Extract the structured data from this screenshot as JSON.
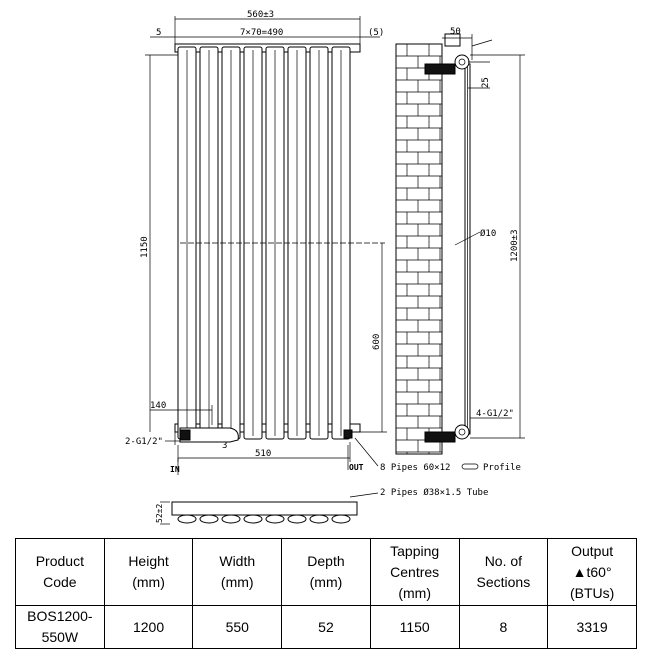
{
  "drawing": {
    "dims": {
      "overall_width": "560±3",
      "left_gap": "5",
      "pitch": "7×70=490",
      "right_gap": "(5)",
      "wall_gap": "50",
      "top_offset": "25",
      "tapping_centres": "1150",
      "height": "1200±3",
      "mid_height": "600",
      "bracket_dia": "Ø10",
      "inlet_offset": "140",
      "inlet_thread": "2-G1/2\"",
      "inlet_small": "3",
      "bottom_width": "510",
      "bottom_thread": "4-G1/2\"",
      "depth_label": "52±2"
    },
    "labels": {
      "inlet": "IN",
      "outlet": "OUT",
      "pipes_profile": "8 Pipes 60×12",
      "profile_word": "Profile",
      "tube": "2 Pipes Ø38×1.5 Tube"
    }
  },
  "table": {
    "headers": [
      [
        "Product",
        "Code"
      ],
      [
        "Height",
        "(mm)"
      ],
      [
        "Width",
        "(mm)"
      ],
      [
        "Depth",
        "(mm)"
      ],
      [
        "Tapping",
        "Centres",
        "(mm)"
      ],
      [
        "No. of",
        "Sections"
      ],
      [
        "Output",
        "▲t60° (BTUs)"
      ]
    ],
    "row": [
      "BOS1200-550W",
      "1200",
      "550",
      "52",
      "1150",
      "8",
      "3319"
    ]
  }
}
